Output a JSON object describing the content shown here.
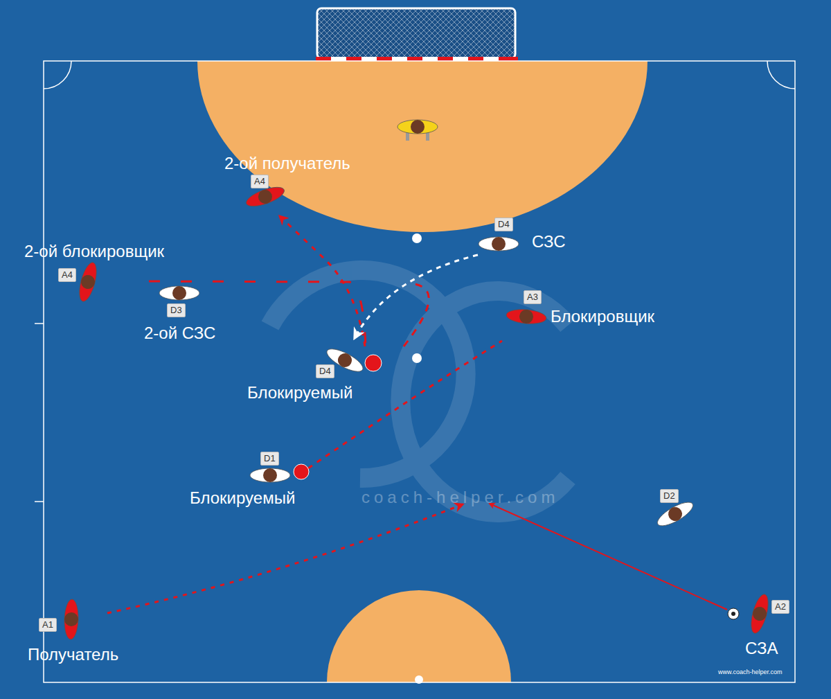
{
  "diagram": {
    "nodes": [
      {
        "text": [
          "A4"
        ]
      },
      {
        "text": [
          "A4"
        ]
      },
      {
        "text": [
          "D4"
        ]
      },
      {
        "text": [
          "D3"
        ]
      },
      {
        "text": [
          "A3"
        ]
      },
      {
        "text": [
          "D4"
        ]
      },
      {
        "text": [
          "D1"
        ]
      },
      {
        "text": [
          "D2"
        ]
      },
      {
        "text": [
          "A1"
        ]
      },
      {
        "text": [
          "A2"
        ]
      }
    ],
    "labels": [
      "2-ой получатель",
      "2-ой блокировщик",
      "СЗС",
      "Блокировщик",
      "2-ой СЗС",
      "Блокируемый",
      "Блокируемый",
      "Получатель",
      "СЗА",
      "coach-helper.com",
      "www.coach-helper.com"
    ]
  }
}
